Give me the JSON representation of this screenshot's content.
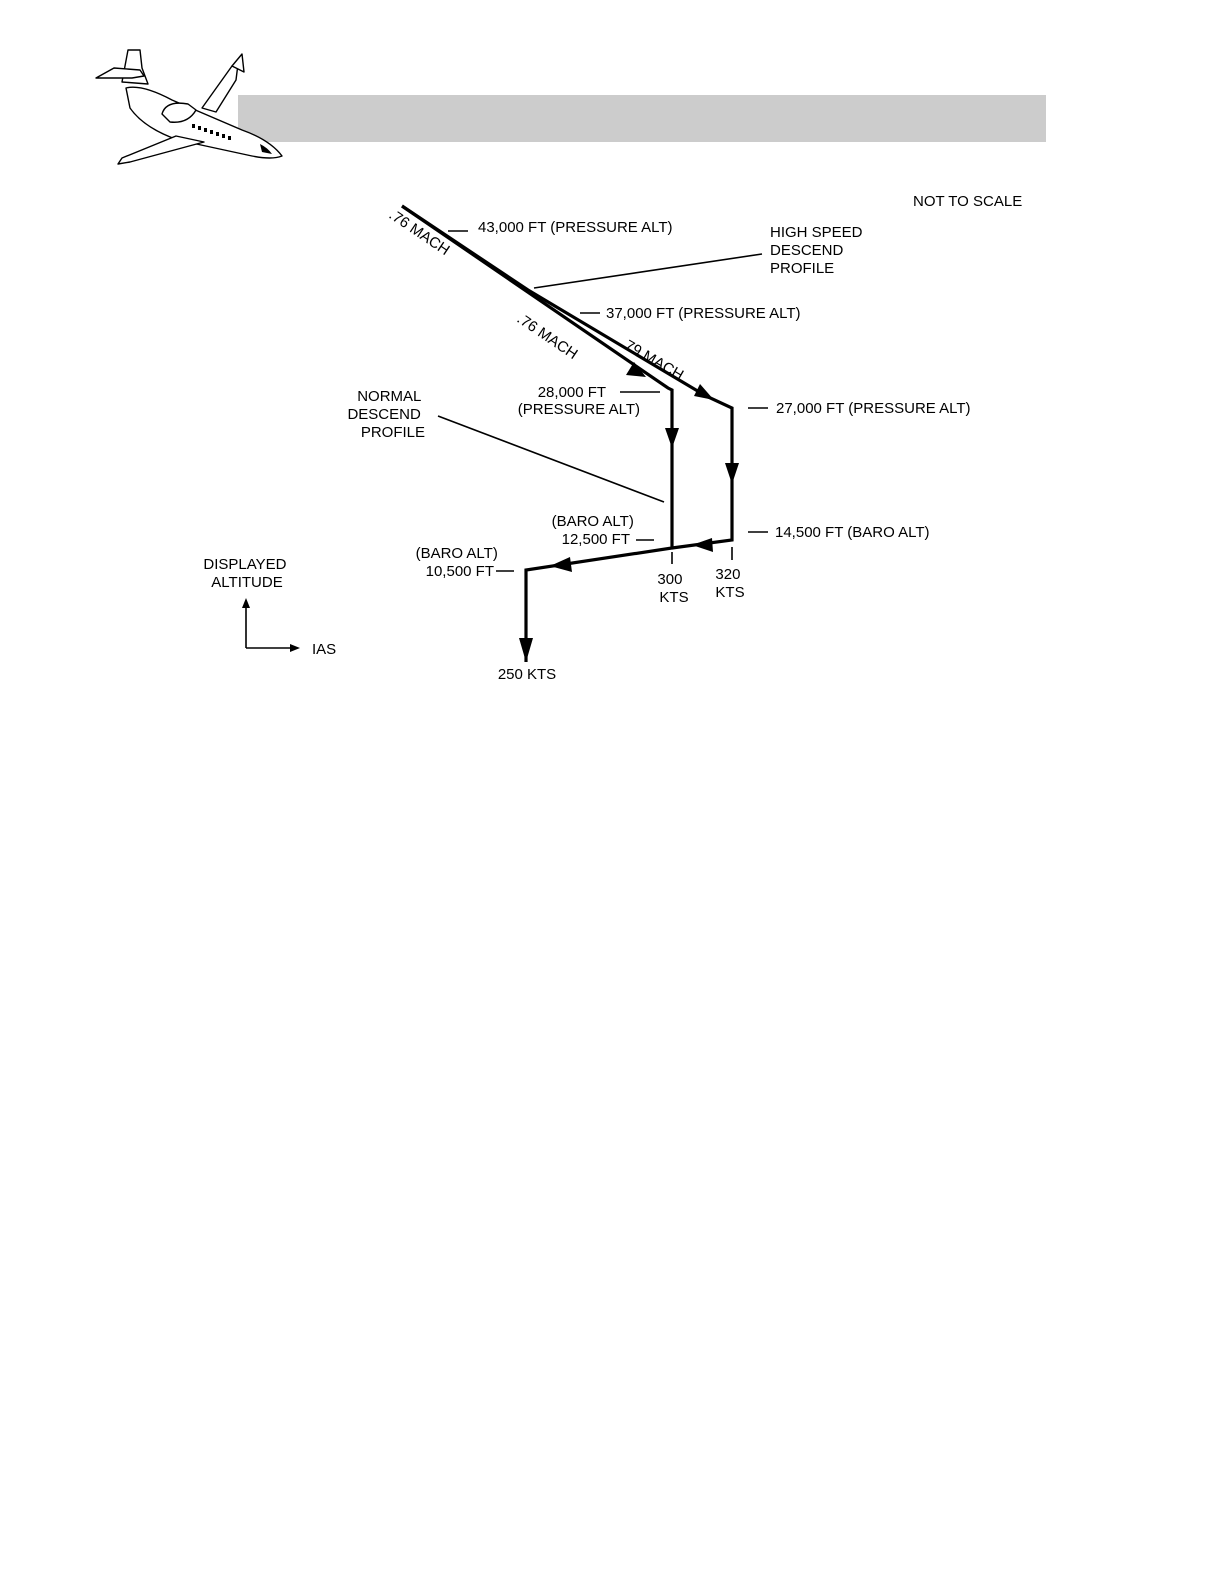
{
  "diagram": {
    "scale_note": "NOT TO SCALE",
    "high_speed_label": [
      "HIGH SPEED",
      "DESCEND",
      "PROFILE"
    ],
    "normal_label": [
      "NORMAL",
      "DESCEND",
      "PROFILE"
    ],
    "alt_43000": "43,000 FT (PRESSURE ALT)",
    "alt_37000": "37,000 FT (PRESSURE ALT)",
    "alt_27000": "27,000 FT (PRESSURE ALT)",
    "alt_28000": [
      "28,000 FT",
      "(PRESSURE ALT)"
    ],
    "alt_14500": "14,500 FT (BARO ALT)",
    "alt_12500": [
      "(BARO ALT)",
      "12,500 FT"
    ],
    "alt_10500": [
      "(BARO ALT)",
      "10,500 FT"
    ],
    "mach_top": ".76 MACH",
    "mach_normal": ".76 MACH",
    "mach_high": ".79 MACH",
    "kts_300": [
      "300",
      "KTS"
    ],
    "kts_320": [
      "320",
      "KTS"
    ],
    "kts_250": "250 KTS",
    "axis_y_label": [
      "DISPLAYED",
      "ALTITUDE"
    ],
    "axis_x_label": "IAS"
  }
}
